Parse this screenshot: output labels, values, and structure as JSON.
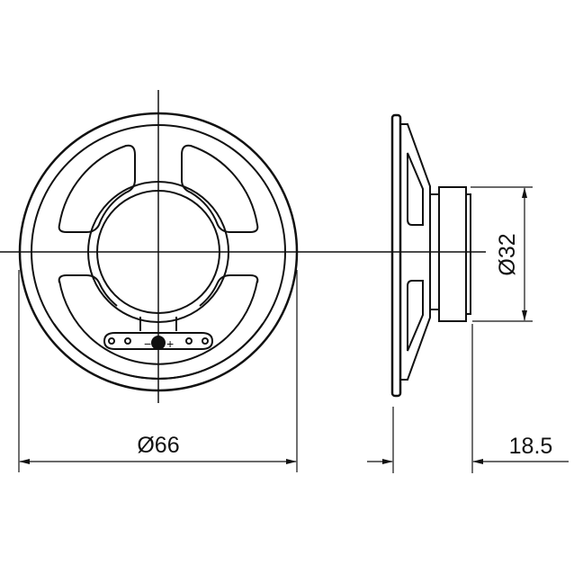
{
  "dimensions": {
    "overall_diameter": "Ø66",
    "magnet_diameter": "Ø32",
    "depth": "18.5"
  },
  "terminals": {
    "negative": "−",
    "positive": "+"
  },
  "colors": {
    "line": "#111111",
    "background": "#ffffff"
  }
}
